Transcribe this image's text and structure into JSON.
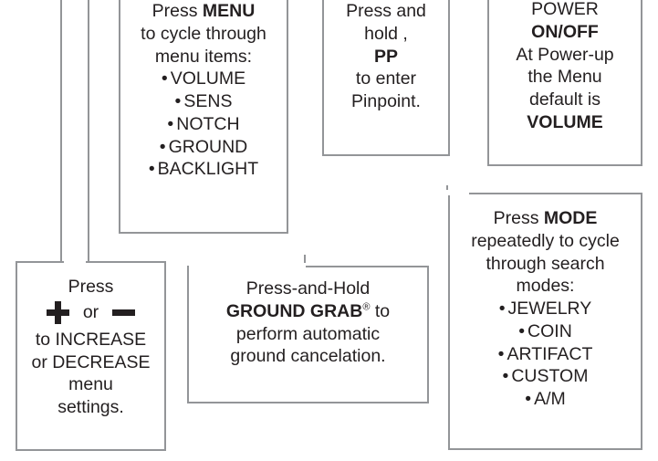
{
  "meta": {
    "title": "Metal Detector Control Callout Diagram",
    "border_color": "#939598",
    "text_color": "#231f20",
    "background": "#ffffff"
  },
  "callouts": {
    "menu": {
      "name": "menu-callout",
      "lines": [
        {
          "text": "Press ",
          "bold_text": "MENU"
        },
        {
          "text": "to cycle through"
        },
        {
          "text": "menu items:"
        }
      ],
      "bullets": [
        "VOLUME",
        "SENS",
        "NOTCH",
        "GROUND",
        "BACKLIGHT"
      ]
    },
    "pinpoint": {
      "name": "pinpoint-callout",
      "lines": [
        {
          "text": "Press and"
        },
        {
          "text": "hold ,"
        },
        {
          "bold_text": "PP"
        },
        {
          "text": "to enter"
        },
        {
          "text": "Pinpoint."
        }
      ]
    },
    "power": {
      "name": "power-callout",
      "lines": [
        {
          "text": "POWER"
        },
        {
          "bold_text": "ON/OFF"
        },
        {
          "text": "At Power-up"
        },
        {
          "text": "the Menu"
        },
        {
          "text": "default is"
        },
        {
          "bold_text": "VOLUME"
        }
      ]
    },
    "mode": {
      "name": "mode-callout",
      "lines": [
        {
          "text": "Press ",
          "bold_text": "MODE"
        },
        {
          "text": "repeatedly to cycle"
        },
        {
          "text": "through search"
        },
        {
          "text": "modes:"
        }
      ],
      "bullets": [
        "JEWELRY",
        "COIN",
        "ARTIFACT",
        "CUSTOM",
        "A/M"
      ]
    },
    "plus_minus": {
      "name": "plus-minus-callout",
      "line_press": "Press",
      "glyph_plus": "plus-glyph",
      "word_or": "or",
      "glyph_minus": "minus-glyph",
      "lines": [
        {
          "text": "to INCREASE"
        },
        {
          "text": "or DECREASE"
        },
        {
          "text": "menu"
        },
        {
          "text": "settings."
        }
      ]
    },
    "ground_grab": {
      "name": "ground-grab-callout",
      "line1": "Press-and-Hold",
      "line2_bold": "GROUND GRAB",
      "line2_sup": "®",
      "line2_tail": " to",
      "lines": [
        {
          "text": "perform automatic"
        },
        {
          "text": "ground cancelation."
        }
      ]
    }
  },
  "bullet_marker": "•"
}
